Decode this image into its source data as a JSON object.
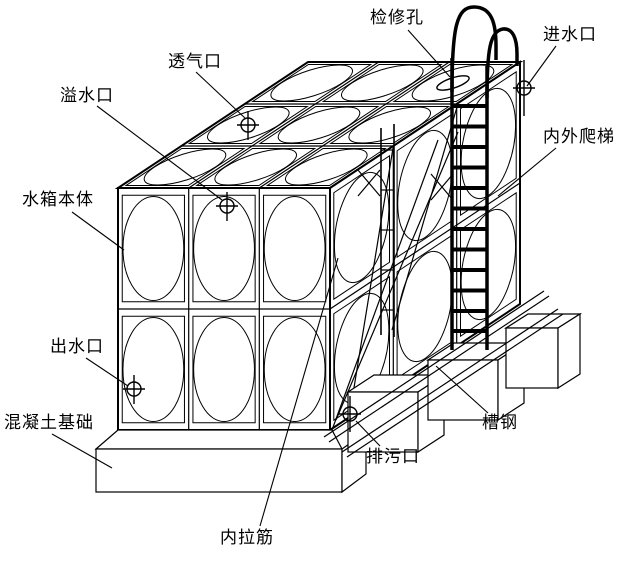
{
  "diagram": {
    "type": "technical-line-drawing",
    "subject": "stainless-steel panel water tank assembly drawing",
    "colors": {
      "line": "#000000",
      "background": "#ffffff"
    },
    "labels": {
      "inspection_hole": "检修孔",
      "water_inlet": "进水口",
      "vent_port": "透气口",
      "overflow_port": "溢水口",
      "tank_body": "水箱本体",
      "ladder": "内外爬梯",
      "water_outlet": "出水口",
      "concrete_foundation": "混凝土基础",
      "channel_steel": "槽钢",
      "drain_port": "排污口",
      "internal_tie_rod": "内拉筋"
    }
  }
}
